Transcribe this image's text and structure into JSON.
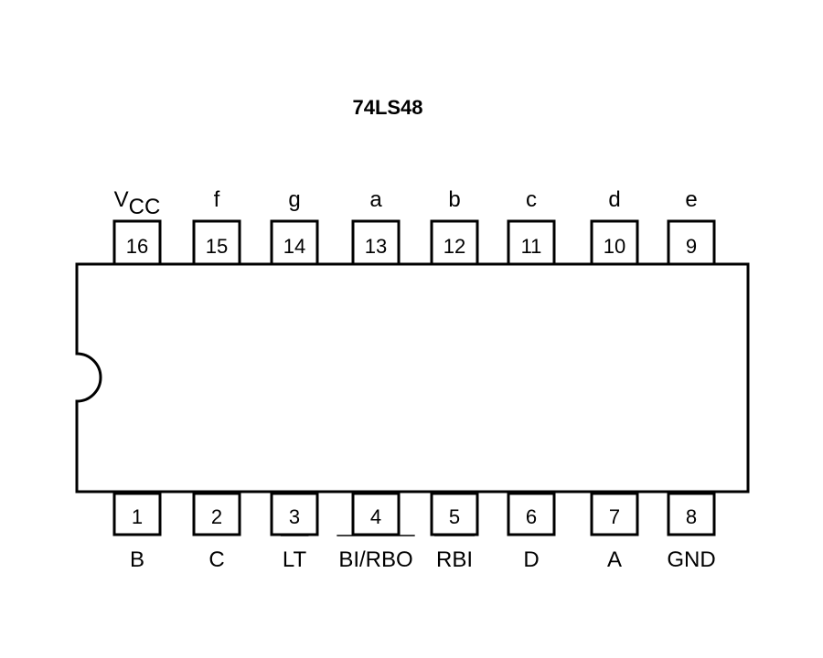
{
  "title": "74LS48",
  "top_pins": [
    {
      "number": "16",
      "label": "V",
      "label_sub": "CC"
    },
    {
      "number": "15",
      "label": "f"
    },
    {
      "number": "14",
      "label": "g"
    },
    {
      "number": "13",
      "label": "a"
    },
    {
      "number": "12",
      "label": "b"
    },
    {
      "number": "11",
      "label": "c"
    },
    {
      "number": "10",
      "label": "d"
    },
    {
      "number": "9",
      "label": "e"
    }
  ],
  "bottom_pins": [
    {
      "number": "1",
      "label": "B"
    },
    {
      "number": "2",
      "label": "C"
    },
    {
      "number": "3",
      "label": "LT",
      "overbar": true
    },
    {
      "number": "4",
      "label": "BI/RBO",
      "overbar": true
    },
    {
      "number": "5",
      "label": "RBI",
      "overbar": true
    },
    {
      "number": "6",
      "label": "D"
    },
    {
      "number": "7",
      "label": "A"
    },
    {
      "number": "8",
      "label": "GND"
    }
  ]
}
